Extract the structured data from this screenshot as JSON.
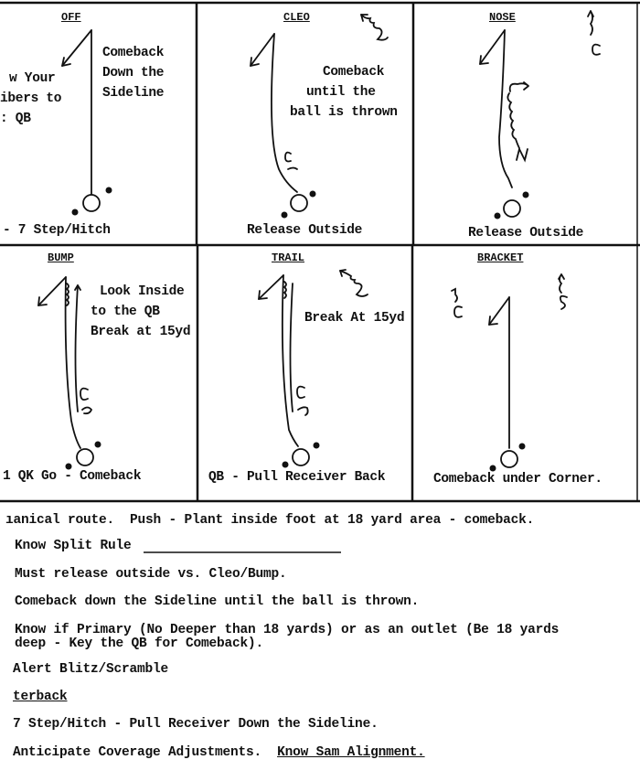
{
  "diagrams": {
    "off": {
      "title": "OFF",
      "note": [
        "Comeback",
        "Down the",
        "Sideline"
      ],
      "left_note": [
        "w Your",
        "ibers to",
        ": QB"
      ],
      "caption": "- 7 Step/Hitch"
    },
    "cleo": {
      "title": "CLEO",
      "note": [
        "Comeback",
        "until the",
        "ball is thrown"
      ],
      "caption": "Release Outside"
    },
    "nose": {
      "title": "NOSE",
      "caption": "Release Outside"
    },
    "bump": {
      "title": "BUMP",
      "note": [
        "Look Inside",
        "to the QB",
        "Break at 15yd"
      ],
      "caption": "1 QK Go - Comeback"
    },
    "trail": {
      "title": "TRAIL",
      "note": [
        "Break At 15yd"
      ],
      "caption": "QB - Pull Receiver Back"
    },
    "bracket": {
      "title": "BRACKET",
      "caption": "Comeback under Corner."
    }
  },
  "notes": [
    "ıanical route.  Push - Plant inside foot at 18 yard area - comeback.",
    "Know Split Rule",
    "Must release outside vs. Cleo/Bump.",
    "Comeback down the Sideline until the ball is thrown.",
    "Know if Primary (No Deeper than 18 yards) or as an outlet (Be 18 yards",
    "deep - Key the QB for Comeback).",
    "Alert Blitz/Scramble",
    "terback",
    "7 Step/Hitch - Pull Receiver Down the Sideline.",
    "Anticipate Coverage Adjustments.",
    "Know Sam Alignment."
  ]
}
